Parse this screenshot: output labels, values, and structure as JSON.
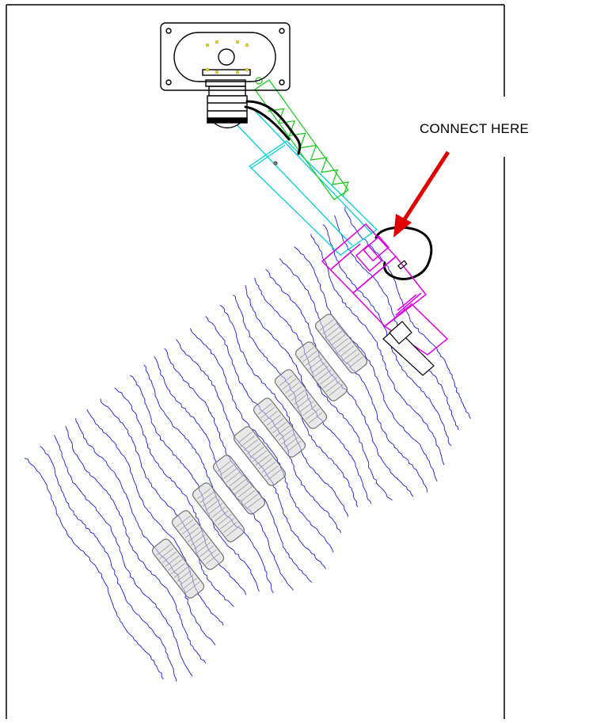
{
  "callout": {
    "label": "CONNECT HERE"
  },
  "colors": {
    "frame": "#000000",
    "arrow": "#e00000",
    "fibers": "#1a1adf",
    "shaft": "#00cfd8",
    "actuator": "#e000e0",
    "spring": "#14c814",
    "cable": "#000000",
    "mount_dots": "#e8d800",
    "pads_stroke": "#707070"
  },
  "parts": {
    "mount_plate": "mount-plate",
    "motor": "motor-housing",
    "shaft": "shaft",
    "spring": "spring",
    "actuator": "actuator-connector",
    "cable": "cable-loop",
    "brush_fibers": "brush-fibers",
    "roller_pads": "roller-pads"
  }
}
